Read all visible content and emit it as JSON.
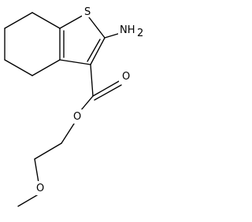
{
  "molecule": {
    "atoms": {
      "sulfur": "S",
      "amine": "NH",
      "amine_subscript": "2",
      "carbonyl_oxygen": "O",
      "ester_oxygen": "O",
      "ether_oxygen": "O"
    }
  },
  "colors": {
    "bond": "#000000",
    "label": "#000000",
    "background": "#ffffff"
  }
}
